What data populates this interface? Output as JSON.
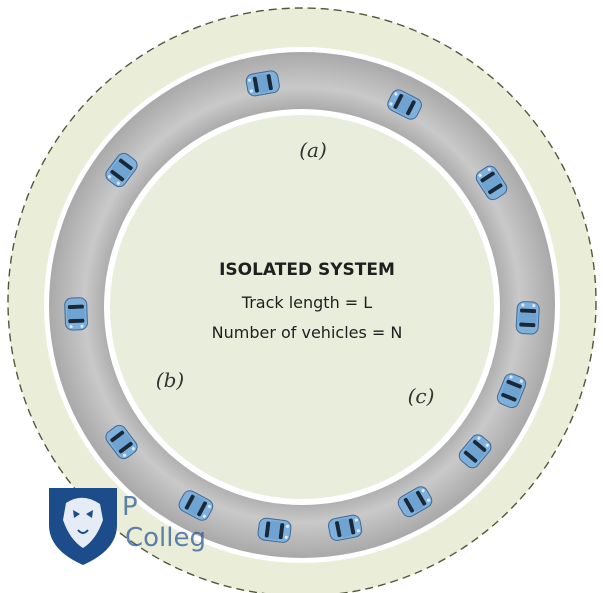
{
  "title": "ISOLATED SYSTEM",
  "line1": "Track length = L",
  "line2": "Number of vehicles = N",
  "labels": {
    "a": "(a)",
    "b": "(b)",
    "c": "(c)"
  },
  "logo": {
    "text_top": "P",
    "text_bottom": "Colleg"
  },
  "colors": {
    "outer_fill": "#eaeed9",
    "road": "#b5b5b5",
    "inner_fill": "#e9eddc",
    "lane_line": "#ffffff",
    "car_body": "#7fb0dc",
    "car_dark": "#1a2838",
    "logo_blue": "#1d4c8a"
  },
  "vehicles": [
    {
      "angle": -100
    },
    {
      "angle": -63
    },
    {
      "angle": -33
    },
    {
      "angle": 3
    },
    {
      "angle": 22
    },
    {
      "angle": 40
    },
    {
      "angle": 60
    },
    {
      "angle": 79
    },
    {
      "angle": 97
    },
    {
      "angle": 118
    },
    {
      "angle": 143
    },
    {
      "angle": 178
    },
    {
      "angle": -143
    }
  ]
}
